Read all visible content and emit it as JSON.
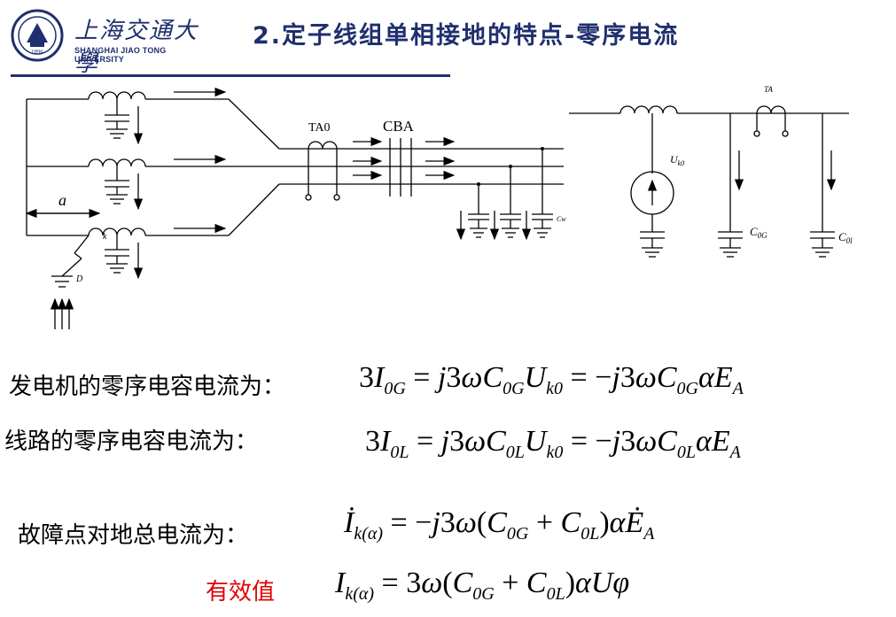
{
  "header": {
    "logo_cn": "上海交通大學",
    "logo_en": "SHANGHAI JIAO TONG UNIVERSITY",
    "seal_year": "1896",
    "title": "2.定子线组单相接地的特点-零序电流"
  },
  "diagram_left": {
    "label_ta0": "TA0",
    "label_cba": "CBA",
    "label_a": "a",
    "label_k": "k",
    "label_d": "D",
    "label_cw": "Cw"
  },
  "diagram_right": {
    "label_ta": "TA",
    "label_uk0": "U",
    "label_uk0_sub": "k0",
    "label_c0g": "C",
    "label_c0g_sub": "0G",
    "label_c0l": "C",
    "label_c0l_sub": "0l"
  },
  "equations": {
    "gen_label": "发电机的零序电容电流为：",
    "line_label": "线路的零序电容电流为：",
    "fault_label": "故障点对地总电流为：",
    "rms_label": "有效值"
  }
}
